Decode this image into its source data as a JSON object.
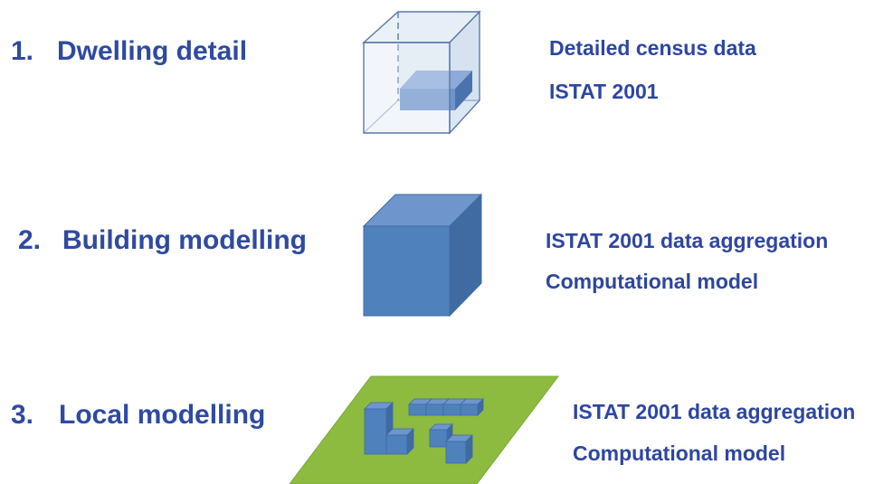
{
  "levels": [
    {
      "number": "1.",
      "title": "Dwelling detail",
      "lines": [
        "Detailed census data",
        "ISTAT 2001"
      ],
      "illustration": "transparent-cube-with-dwelling-icon"
    },
    {
      "number": "2.",
      "title": "Building modelling",
      "lines": [
        "ISTAT 2001 data aggregation",
        "Computational model"
      ],
      "illustration": "solid-cube-icon"
    },
    {
      "number": "3.",
      "title": "Local modelling",
      "lines": [
        "ISTAT 2001 data aggregation",
        "Computational model"
      ],
      "illustration": "district-blocks-icon"
    }
  ],
  "colors": {
    "text": "#2f4aa0",
    "cube_front": "#4f81bd",
    "cube_top": "#6f96cc",
    "cube_side": "#3f6aa2",
    "ground": "#8cbb3f",
    "glass": "#dbe5f1",
    "edge": "#5a78a8"
  }
}
